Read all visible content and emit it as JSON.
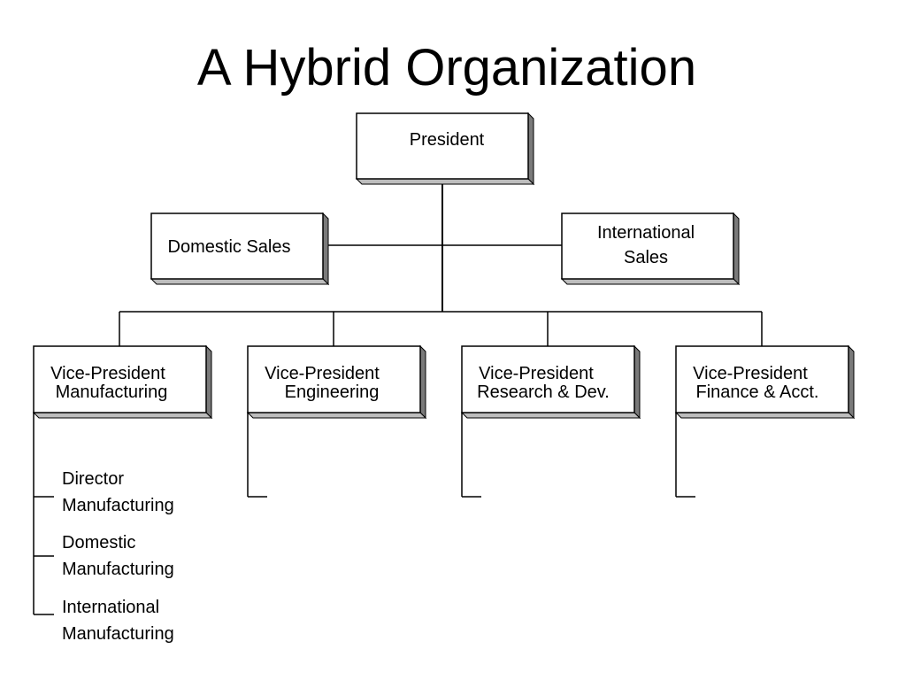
{
  "title": "A Hybrid Organization",
  "president": {
    "label": "President"
  },
  "staff": [
    {
      "lines": [
        "Domestic Sales"
      ]
    },
    {
      "lines": [
        "International",
        "Sales"
      ]
    }
  ],
  "vice_presidents": [
    {
      "lines": [
        "Vice-President",
        "Manufacturing"
      ]
    },
    {
      "lines": [
        "Vice-President",
        "Engineering"
      ]
    },
    {
      "lines": [
        "Vice-President",
        "Research & Dev."
      ]
    },
    {
      "lines": [
        "Vice-President",
        "Finance & Acct."
      ]
    }
  ],
  "manufacturing_units": [
    {
      "lines": [
        "Director",
        "Manufacturing"
      ]
    },
    {
      "lines": [
        "Domestic",
        "Manufacturing"
      ]
    },
    {
      "lines": [
        "International",
        "Manufacturing"
      ]
    }
  ]
}
